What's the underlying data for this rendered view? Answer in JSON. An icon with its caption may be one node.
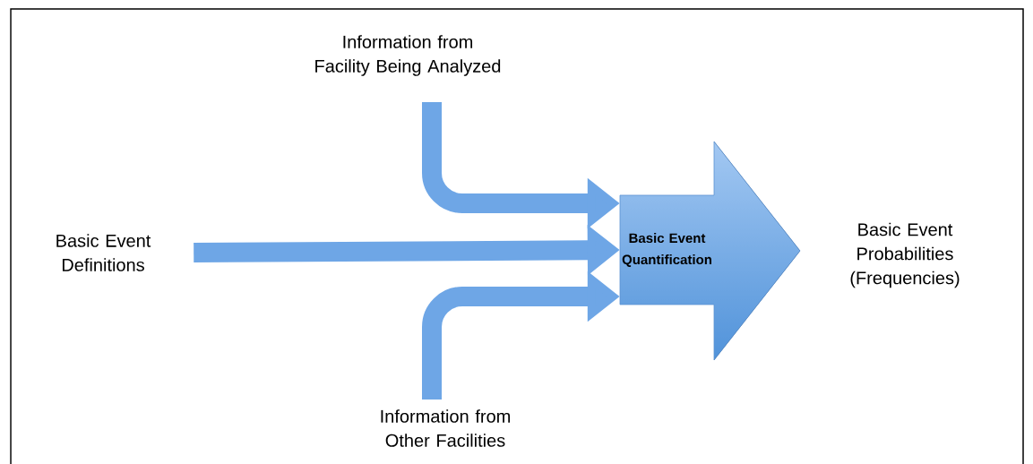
{
  "diagram": {
    "nodes": [
      {
        "text": [
          "Information from Facility Being Analyzed"
        ]
      },
      {
        "text": [
          "Basic Event Definitions"
        ]
      },
      {
        "text": [
          "Basic Event Quantification"
        ]
      },
      {
        "text": [
          "Basic Event Probabilities (Frequencies)"
        ]
      },
      {
        "text": [
          "Information from Other Facilities"
        ]
      }
    ],
    "edges": [
      {
        "from": 0,
        "to": 2,
        "arrow": "to"
      },
      {
        "from": 1,
        "to": 2,
        "arrow": "to"
      },
      {
        "from": 4,
        "to": 2,
        "arrow": "to"
      }
    ]
  }
}
